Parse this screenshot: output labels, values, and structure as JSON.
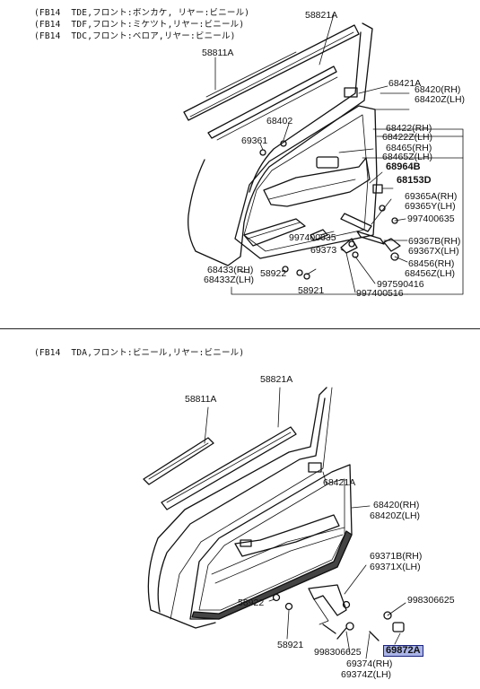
{
  "headers": {
    "top": [
      "(FB14  TDE,フロント:ボンカケ, リヤー:ビニール)",
      "(FB14  TDF,フロント:ミケツト,リヤー:ビニール)",
      "(FB14  TDC,フロント:ベロア,リヤー:ビニール)"
    ],
    "bottom": "(FB14  TDA,フロント:ビニール,リヤー:ビニール)"
  },
  "upper": {
    "p58821A": "58821A",
    "p58811A": "58811A",
    "p68421A": "68421A",
    "p68420RH": "68420(RH)",
    "p68420ZLH": "68420Z(LH)",
    "p68402": "68402",
    "p69361": "69361",
    "p68422RH": "68422(RH)",
    "p68422ZLH": "68422Z(LH)",
    "p68465RH": "68465(RH)",
    "p68465ZLH": "68465Z(LH)",
    "p68964B": "68964B",
    "p68153D": "68153D",
    "p69365ARH": "69365A(RH)",
    "p69365YLH": "69365Y(LH)",
    "p997400635a": "997400635",
    "p997400635b": "997400635",
    "p69373": "69373",
    "p69367BRH": "69367B(RH)",
    "p69367XLH": "69367X(LH)",
    "p68456RH": "68456(RH)",
    "p68456ZLH": "68456Z(LH)",
    "p997590416": "997590416",
    "p997400516": "997400516",
    "p68433RH": "68433(RH)",
    "p68433ZLH": "68433Z(LH)",
    "p58922": "58922",
    "p58921": "58921"
  },
  "lower": {
    "p58821A": "58821A",
    "p58811A": "58811A",
    "p68421A": "68421A",
    "p68420RH": "68420(RH)",
    "p68420ZLH": "68420Z(LH)",
    "p69371BRH": "69371B(RH)",
    "p69371XLH": "69371X(LH)",
    "p998306625a": "998306625",
    "p998306625b": "998306625",
    "p69872A": "69872A",
    "p69374RH": "69374(RH)",
    "p69374ZLH": "69374Z(LH)",
    "p58922": "58922",
    "p58921": "58921"
  },
  "colors": {
    "highlight": "#aab4e6",
    "highlight_border": "#1a237e",
    "ink": "#111111"
  }
}
